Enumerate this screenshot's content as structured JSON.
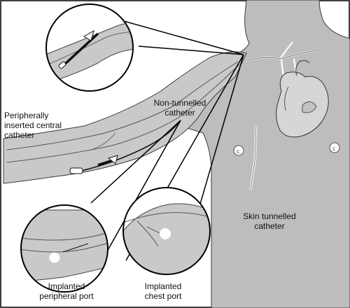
{
  "colors": {
    "body_fill": "#bdbdbd",
    "limb_fill": "#c9c9c9",
    "vein_fill": "#a9a9a9",
    "outline": "#3a3a3a",
    "leader": "#000000",
    "background": "#ffffff",
    "port": "#ffffff",
    "catheter": "#1a1a1a"
  },
  "labels": {
    "non_tunnelled": "Non-tunnelled\ncatheter",
    "picc": "Peripherally\ninserted central\ncatheter",
    "skin_tunnelled": "Skin tunnelled\ncatheter",
    "peripheral_port": "Implanted\nperipheral port",
    "chest_port": "Implanted\nchest port"
  },
  "icons": [
    "heart-icon",
    "nipple-left-icon",
    "nipple-right-icon",
    "port-icon",
    "catheter-hub-icon"
  ]
}
